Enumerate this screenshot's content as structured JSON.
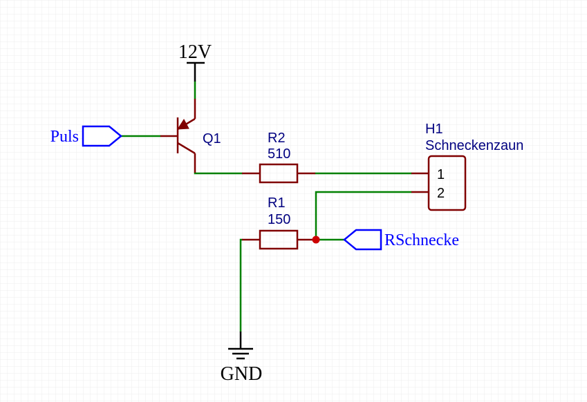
{
  "power": {
    "vcc_label": "12V",
    "gnd_label": "GND"
  },
  "transistor": {
    "ref": "Q1"
  },
  "resistors": [
    {
      "ref": "R2",
      "value": "510"
    },
    {
      "ref": "R1",
      "value": "150"
    }
  ],
  "connector": {
    "ref": "H1",
    "name": "Schneckenzaun",
    "pins": [
      "1",
      "2"
    ]
  },
  "ports": [
    {
      "name": "Puls"
    },
    {
      "name": "RSchnecke"
    }
  ],
  "colors": {
    "wire": "#008000",
    "component": "#800000",
    "port": "#0000ff",
    "label": "#000080",
    "junction": "#cc0000"
  }
}
